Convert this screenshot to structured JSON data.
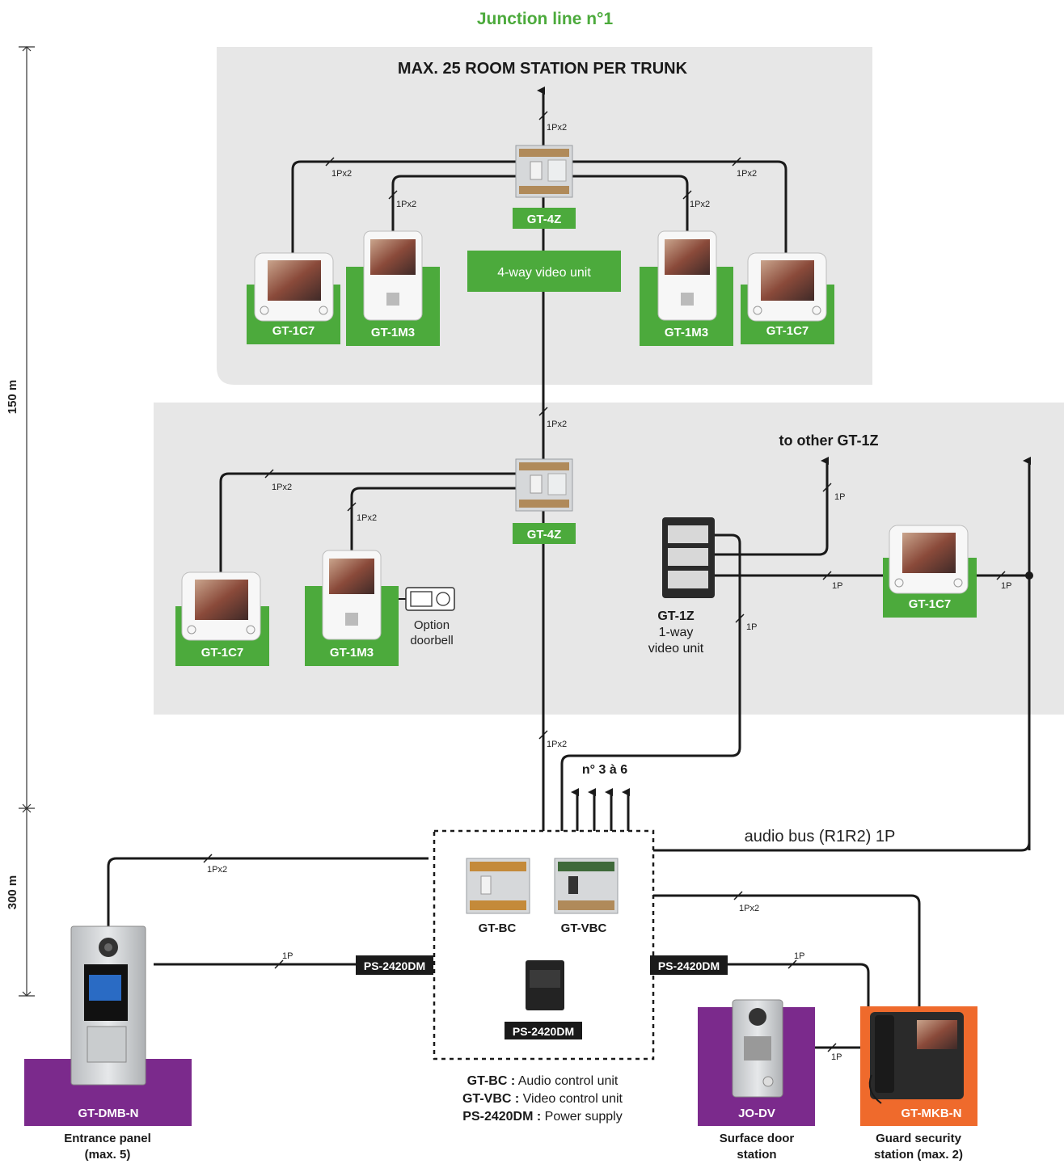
{
  "header": {
    "title": "Junction line n°1"
  },
  "panel_top": {
    "title": "MAX. 25 ROOM STATION PER TRUNK"
  },
  "scale": {
    "upper": "150 m",
    "lower": "300 m"
  },
  "wire_labels": {
    "trunk_top": "1Px2",
    "top_left_outer": "1Px2",
    "top_left_inner": "1Px2",
    "top_right_inner": "1Px2",
    "top_right_outer": "1Px2",
    "trunk_mid": "1Px2",
    "mid_left_outer": "1Px2",
    "mid_left_inner": "1Px2",
    "to_other": "1P",
    "gt1z_out": "1P",
    "gt1c7_right": "1P",
    "gt1z_down": "1P",
    "trunk_low": "1Px2",
    "dmb_top": "1Px2",
    "dmb_power": "1P",
    "mkb_power": "1P",
    "mkb_top": "1Px2",
    "jodv": "1P"
  },
  "units": {
    "gt4z_top": "GT-4Z",
    "gt4z_top_desc": "4-way video unit",
    "gt4z_mid": "GT-4Z",
    "gt1z_name": "GT-1Z",
    "gt1z_desc1": "1-way",
    "gt1z_desc2": "video unit"
  },
  "stations": {
    "top1": "GT-1C7",
    "top2": "GT-1M3",
    "top3": "GT-1M3",
    "top4": "GT-1C7",
    "mid1": "GT-1C7",
    "mid2": "GT-1M3",
    "mid3": "GT-1C7"
  },
  "option": {
    "line1": "Option",
    "line2": "doorbell"
  },
  "to_other": "to other GT-1Z",
  "numbers": "n° 3 à 6",
  "audio_bus": "audio bus (R1R2) 1P",
  "control": {
    "bc": "GT-BC",
    "vbc": "GT-VBC",
    "ps_center": "PS-2420DM",
    "ps_left": "PS-2420DM",
    "ps_right": "PS-2420DM"
  },
  "legend": {
    "l1_key": "GT-BC :",
    "l1_val": " Audio control unit",
    "l2_key": "GT-VBC :",
    "l2_val": " Video control unit",
    "l3_key": "PS-2420DM :",
    "l3_val": " Power supply"
  },
  "bottom": {
    "dmb": "GT-DMB-N",
    "dmb_cap1": "Entrance panel",
    "dmb_cap2": "(max. 5)",
    "jodv": "JO-DV",
    "jodv_cap1": "Surface door",
    "jodv_cap2": "station",
    "mkb": "GT-MKB-N",
    "mkb_cap1": "Guard security",
    "mkb_cap2": "station (max. 2)"
  },
  "colors": {
    "green": "#4caa3c",
    "panel": "#e7e7e7",
    "purple": "#7b2a8c",
    "orange": "#ef6a2c",
    "wire": "#1a1a1a",
    "tag": "#1a1a1a"
  }
}
